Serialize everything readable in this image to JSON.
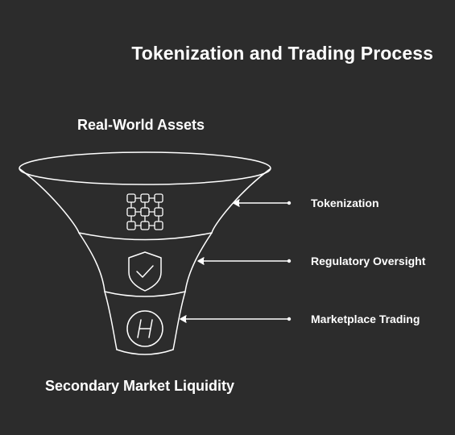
{
  "diagram": {
    "title": "Tokenization and Trading Process",
    "top_label": "Real-World Assets",
    "bottom_label": "Secondary Market Liquidity",
    "stages": [
      {
        "label": "Tokenization",
        "icon": "blockchain-grid-icon"
      },
      {
        "label": "Regulatory Oversight",
        "icon": "shield-check-icon"
      },
      {
        "label": "Marketplace Trading",
        "icon": "hedera-coin-icon"
      }
    ]
  },
  "colors": {
    "background": "#2c2c2c",
    "stroke": "#ffffff",
    "text": "#ffffff"
  }
}
